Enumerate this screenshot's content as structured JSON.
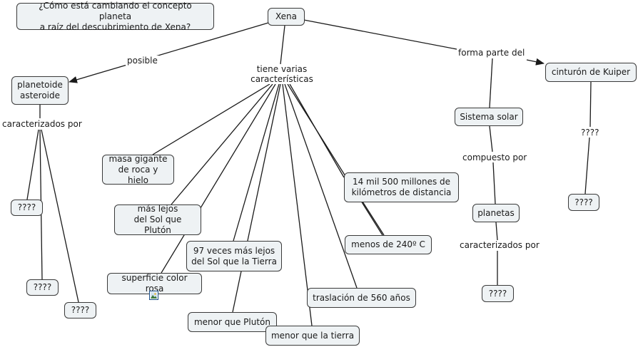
{
  "question": "¿Cómo está cambiando el concepto planeta\na raíz del descubrimiento de Xena?",
  "nodes": {
    "xena": "Xena",
    "planetoide": "planetoide\nasteroide",
    "cinturon": "cinturón de Kuiper",
    "sistema_solar": "Sistema solar",
    "planetas": "planetas",
    "masa": "masa gigante\nde roca y hielo",
    "mas_lejos_pluton": "más lejos\ndel Sol que Plutón",
    "superficie": "superficie color rosa",
    "veces_lejos": "97 veces más lejos\ndel Sol que la Tierra",
    "menor_pluton": "menor que Plutón",
    "menor_tierra": "menor que la tierra",
    "traslacion": "traslación de 560 años",
    "menos_240": "menos de 240º C",
    "mil_500": "14 mil 500 millones de\nkilómetros de distancia",
    "q_left_1": "????",
    "q_left_2": "????",
    "q_left_3": "????",
    "q_kuiper": "????",
    "q_planetas": "????"
  },
  "labels": {
    "posible": "posible",
    "tiene_varias": "tiene varias\ncaracterísticas",
    "forma_parte": "forma parte del",
    "caracterizados_left": "caracterizados por",
    "compuesto": "compuesto por",
    "caracterizados_right": "caracterizados por",
    "q_mid": "????"
  },
  "colors": {
    "node_fill": "#eef2f4",
    "node_border": "#3a3a3a",
    "line": "#1a1a1a",
    "image_icon": "#1b4f8a"
  },
  "icons": [
    "image-icon"
  ]
}
